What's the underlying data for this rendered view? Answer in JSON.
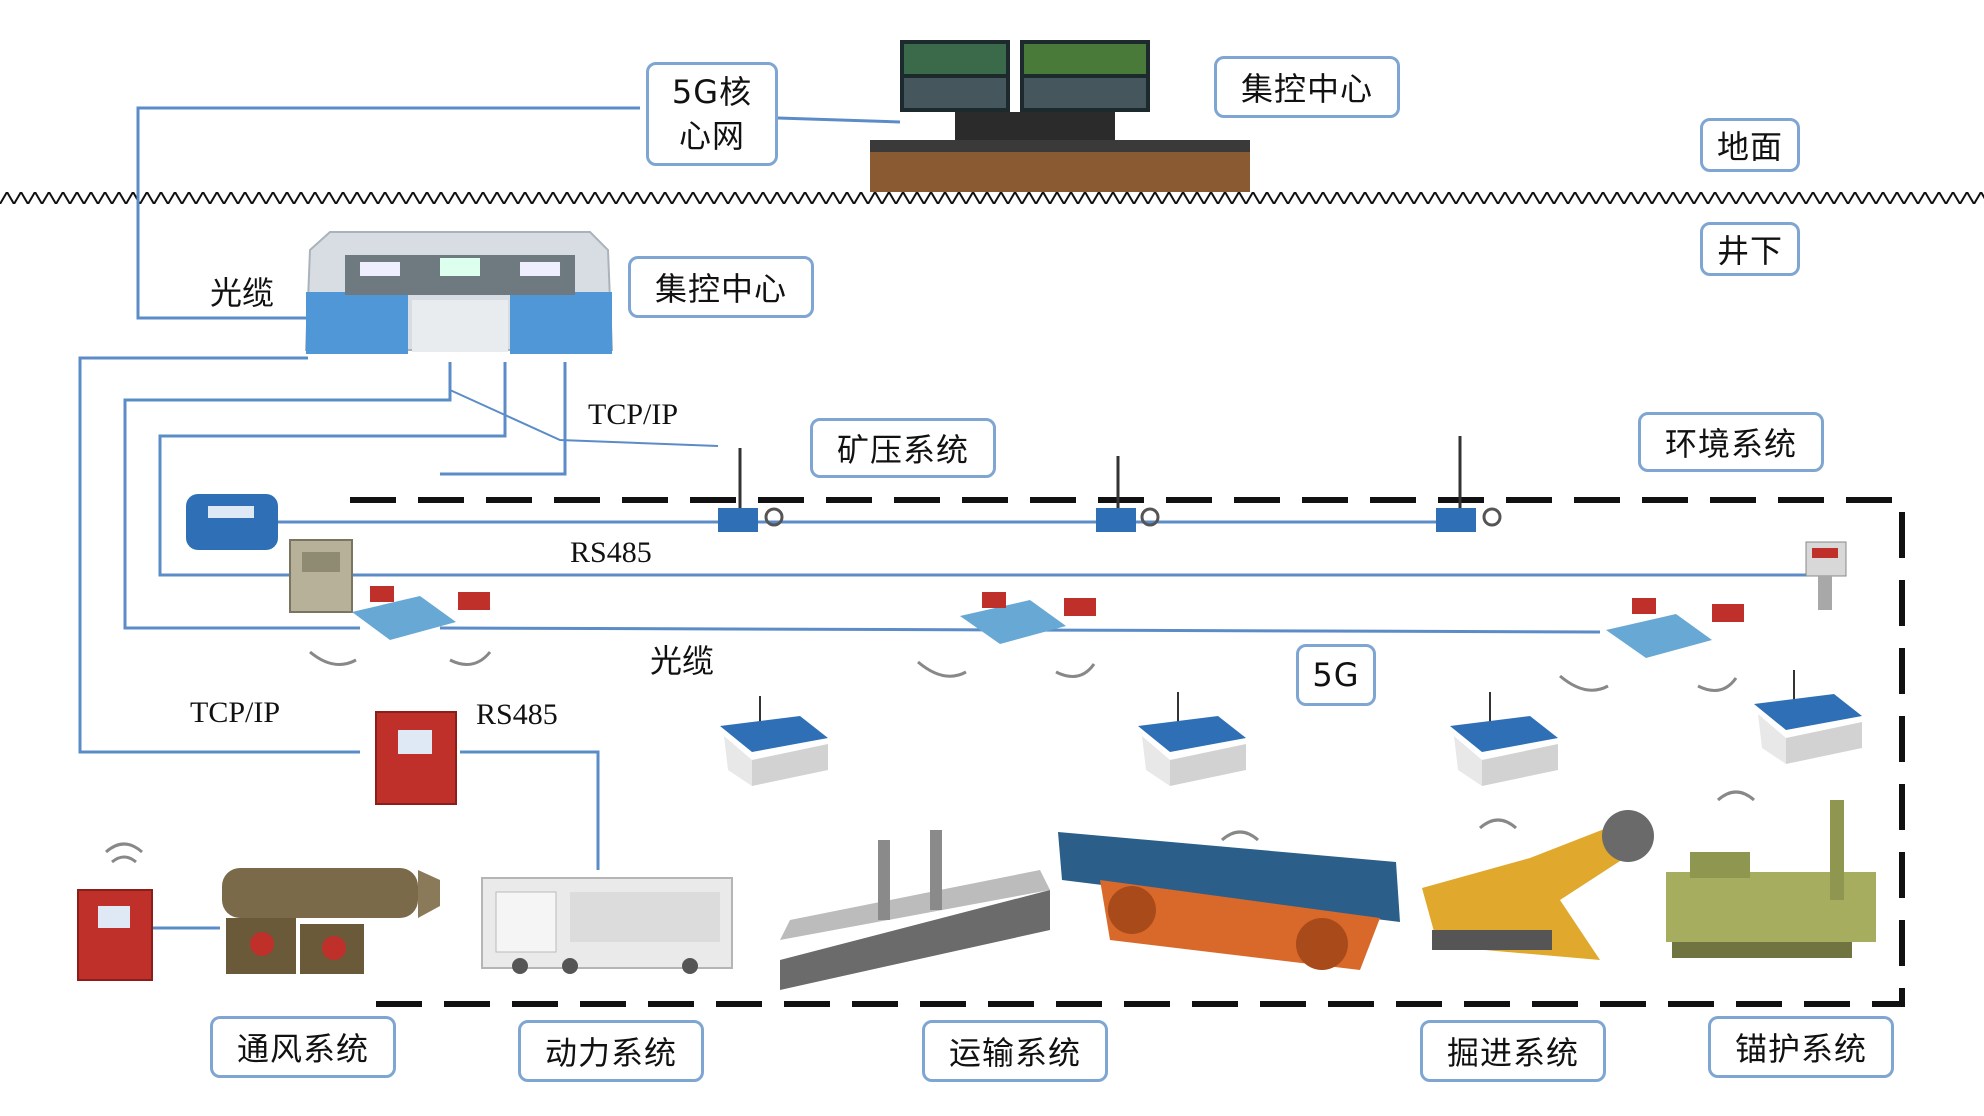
{
  "surface": {
    "core_network": [
      "5G核",
      "心网"
    ],
    "control_center": "集控中心",
    "ground_label": "地面"
  },
  "underground": {
    "label": "井下",
    "control_center": "集控中心",
    "fiber_label_top": "光缆",
    "tcpip_top": "TCP/IP",
    "rs485_top": "RS485",
    "fiber_label_mid": "光缆",
    "tcpip_bottom": "TCP/IP",
    "rs485_bottom": "RS485",
    "five_g": "5G"
  },
  "systems": {
    "pressure": "矿压系统",
    "environment": "环境系统",
    "ventilation": "通风系统",
    "power": "动力系统",
    "transport": "运输系统",
    "tunneling": "掘进系统",
    "support": "锚护系统"
  },
  "colors": {
    "line": "#5b8cc8",
    "box_border": "#7fa6d2",
    "device_blue": "#2f6fb5",
    "device_red": "#c0302a",
    "belt_orange": "#d9692a"
  }
}
